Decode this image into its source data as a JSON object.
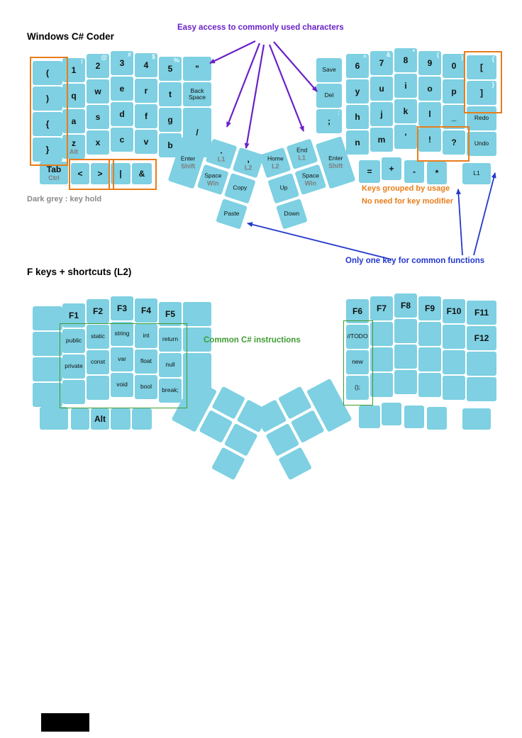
{
  "page": {
    "title_main": "Windows C# Coder",
    "title_flayer": "F keys + shortcuts (L2)",
    "note_dark_grey": "Dark grey : key hold",
    "annotation_easy_access": "Easy access to commonly used characters",
    "annotation_grouped_1": "Keys grouped by usage",
    "annotation_grouped_2": "No need for key modifier",
    "annotation_one_key": "Only one key for common functions",
    "annotation_csharp": "Common C# instructions"
  },
  "colors": {
    "key_fill": "#7ed0e2",
    "purple": "#6b21c8",
    "orange": "#e87d1a",
    "blue": "#2438cc",
    "green": "#3f9c32",
    "grey": "#8a8a8a",
    "black_bar": "#000000"
  },
  "main_layer": {
    "left": {
      "columns": [
        [
          {
            "label": "("
          },
          {
            "label": ")"
          },
          {
            "label": "{"
          },
          {
            "label": "}"
          }
        ],
        [
          {
            "label": "1",
            "shift": "!"
          },
          {
            "label": "q"
          },
          {
            "label": "a"
          },
          {
            "label": "z",
            "hold": "Alt"
          }
        ],
        [
          {
            "label": "2",
            "shift": "@"
          },
          {
            "label": "w"
          },
          {
            "label": "s"
          },
          {
            "label": "x"
          }
        ],
        [
          {
            "label": "3",
            "shift": "#"
          },
          {
            "label": "e"
          },
          {
            "label": "d"
          },
          {
            "label": "c"
          }
        ],
        [
          {
            "label": "4",
            "shift": "$"
          },
          {
            "label": "r"
          },
          {
            "label": "f"
          },
          {
            "label": "v"
          }
        ],
        [
          {
            "label": "5",
            "shift": "%"
          },
          {
            "label": "t"
          },
          {
            "label": "g"
          },
          {
            "label": "b"
          }
        ],
        [
          {
            "label": "\""
          },
          {
            "label": "Back Space",
            "small": true
          },
          null,
          {
            "label": "/",
            "tall": true
          }
        ]
      ],
      "bottom_row": [
        {
          "label": "Tab",
          "hold": "Ctrl"
        },
        {
          "label": "<"
        },
        {
          "label": ">"
        },
        {
          "label": "|"
        },
        {
          "label": "&"
        }
      ]
    },
    "right": {
      "columns": [
        [
          {
            "label": "Save",
            "small": true
          },
          {
            "label": "Del",
            "small": true
          },
          {
            "label": ";",
            "shift": ":"
          },
          null
        ],
        [
          {
            "label": "6",
            "shift": "^"
          },
          {
            "label": "y"
          },
          {
            "label": "h"
          },
          {
            "label": "n"
          }
        ],
        [
          {
            "label": "7",
            "shift": "&"
          },
          {
            "label": "u"
          },
          {
            "label": "j"
          },
          {
            "label": "m"
          }
        ],
        [
          {
            "label": "8",
            "shift": "*"
          },
          {
            "label": "i"
          },
          {
            "label": "k"
          },
          {
            "label": "'"
          }
        ],
        [
          {
            "label": "9",
            "shift": "("
          },
          {
            "label": "o"
          },
          {
            "label": "l"
          },
          {
            "label": "!"
          }
        ],
        [
          {
            "label": "0",
            "shift": ")"
          },
          {
            "label": "p"
          },
          {
            "label": "_"
          },
          {
            "label": "?"
          }
        ],
        [
          {
            "label": "[",
            "shift": "{"
          },
          {
            "label": "]",
            "shift": "}"
          },
          {
            "label": "Redo",
            "small": true
          },
          {
            "label": "Undo",
            "small": true
          }
        ]
      ],
      "bottom_row": [
        {
          "label": "="
        },
        {
          "label": "+"
        },
        {
          "label": "-"
        },
        {
          "label": "*"
        },
        {
          "label": "L1",
          "small": true
        }
      ]
    },
    "left_thumb": [
      {
        "label": "Enter",
        "hold": "Shift",
        "small": true
      },
      {
        "label": ".",
        "hold": "L1"
      },
      {
        "label": ",",
        "hold": "L2"
      },
      {
        "label": "Space",
        "hold": "Win",
        "small": true
      },
      {
        "label": "Copy",
        "small": true
      },
      {
        "label": "Paste",
        "small": true
      }
    ],
    "right_thumb": [
      {
        "label": "Home",
        "hold": "L2",
        "small": true
      },
      {
        "label": "End",
        "hold": "L1",
        "small": true
      },
      {
        "label": "Enter",
        "hold": "Shift",
        "small": true
      },
      {
        "label": "Up",
        "small": true
      },
      {
        "label": "Space",
        "hold": "Win",
        "small": true
      },
      {
        "label": "Down",
        "small": true
      }
    ]
  },
  "f_layer": {
    "left": {
      "columns": [
        [
          {},
          {},
          {},
          {}
        ],
        [
          {
            "label": "F1"
          },
          {
            "label": "public",
            "small": true
          },
          {
            "label": "private",
            "small": true
          },
          {}
        ],
        [
          {
            "label": "F2"
          },
          {
            "label": "static",
            "small": true
          },
          {
            "label": "const",
            "small": true
          },
          {}
        ],
        [
          {
            "label": "F3"
          },
          {
            "label": "string",
            "small": true
          },
          {
            "label": "var",
            "small": true
          },
          {
            "label": "void",
            "small": true
          }
        ],
        [
          {
            "label": "F4"
          },
          {
            "label": "int",
            "small": true
          },
          {
            "label": "float",
            "small": true
          },
          {
            "label": "bool",
            "small": true
          }
        ],
        [
          {
            "label": "F5"
          },
          {
            "label": "return",
            "small": true
          },
          {
            "label": "null",
            "small": true
          },
          {
            "label": "break;",
            "small": true
          }
        ],
        [
          {},
          {},
          null,
          {
            "tall": true
          }
        ]
      ],
      "bottom_row": [
        {},
        {},
        {
          "label": "Alt"
        },
        {},
        {}
      ]
    },
    "right": {
      "columns": [
        [
          {
            "label": "F6"
          },
          {
            "label": "//TODO",
            "small": true
          },
          {
            "label": "new",
            "small": true
          },
          {
            "label": "();",
            "small": true
          }
        ],
        [
          {
            "label": "F7"
          },
          {},
          {},
          {}
        ],
        [
          {
            "label": "F8"
          },
          {},
          {},
          {}
        ],
        [
          {
            "label": "F9"
          },
          {},
          {},
          {}
        ],
        [
          {
            "label": "F10"
          },
          {},
          {},
          {}
        ],
        [
          {
            "label": "F11"
          },
          {
            "label": "F12"
          },
          {},
          {}
        ]
      ],
      "bottom_row": [
        {},
        {},
        {},
        {},
        {}
      ]
    },
    "left_thumb": [
      {},
      {},
      {},
      {},
      {},
      {}
    ],
    "right_thumb": [
      {},
      {},
      {},
      {},
      {},
      {}
    ]
  }
}
